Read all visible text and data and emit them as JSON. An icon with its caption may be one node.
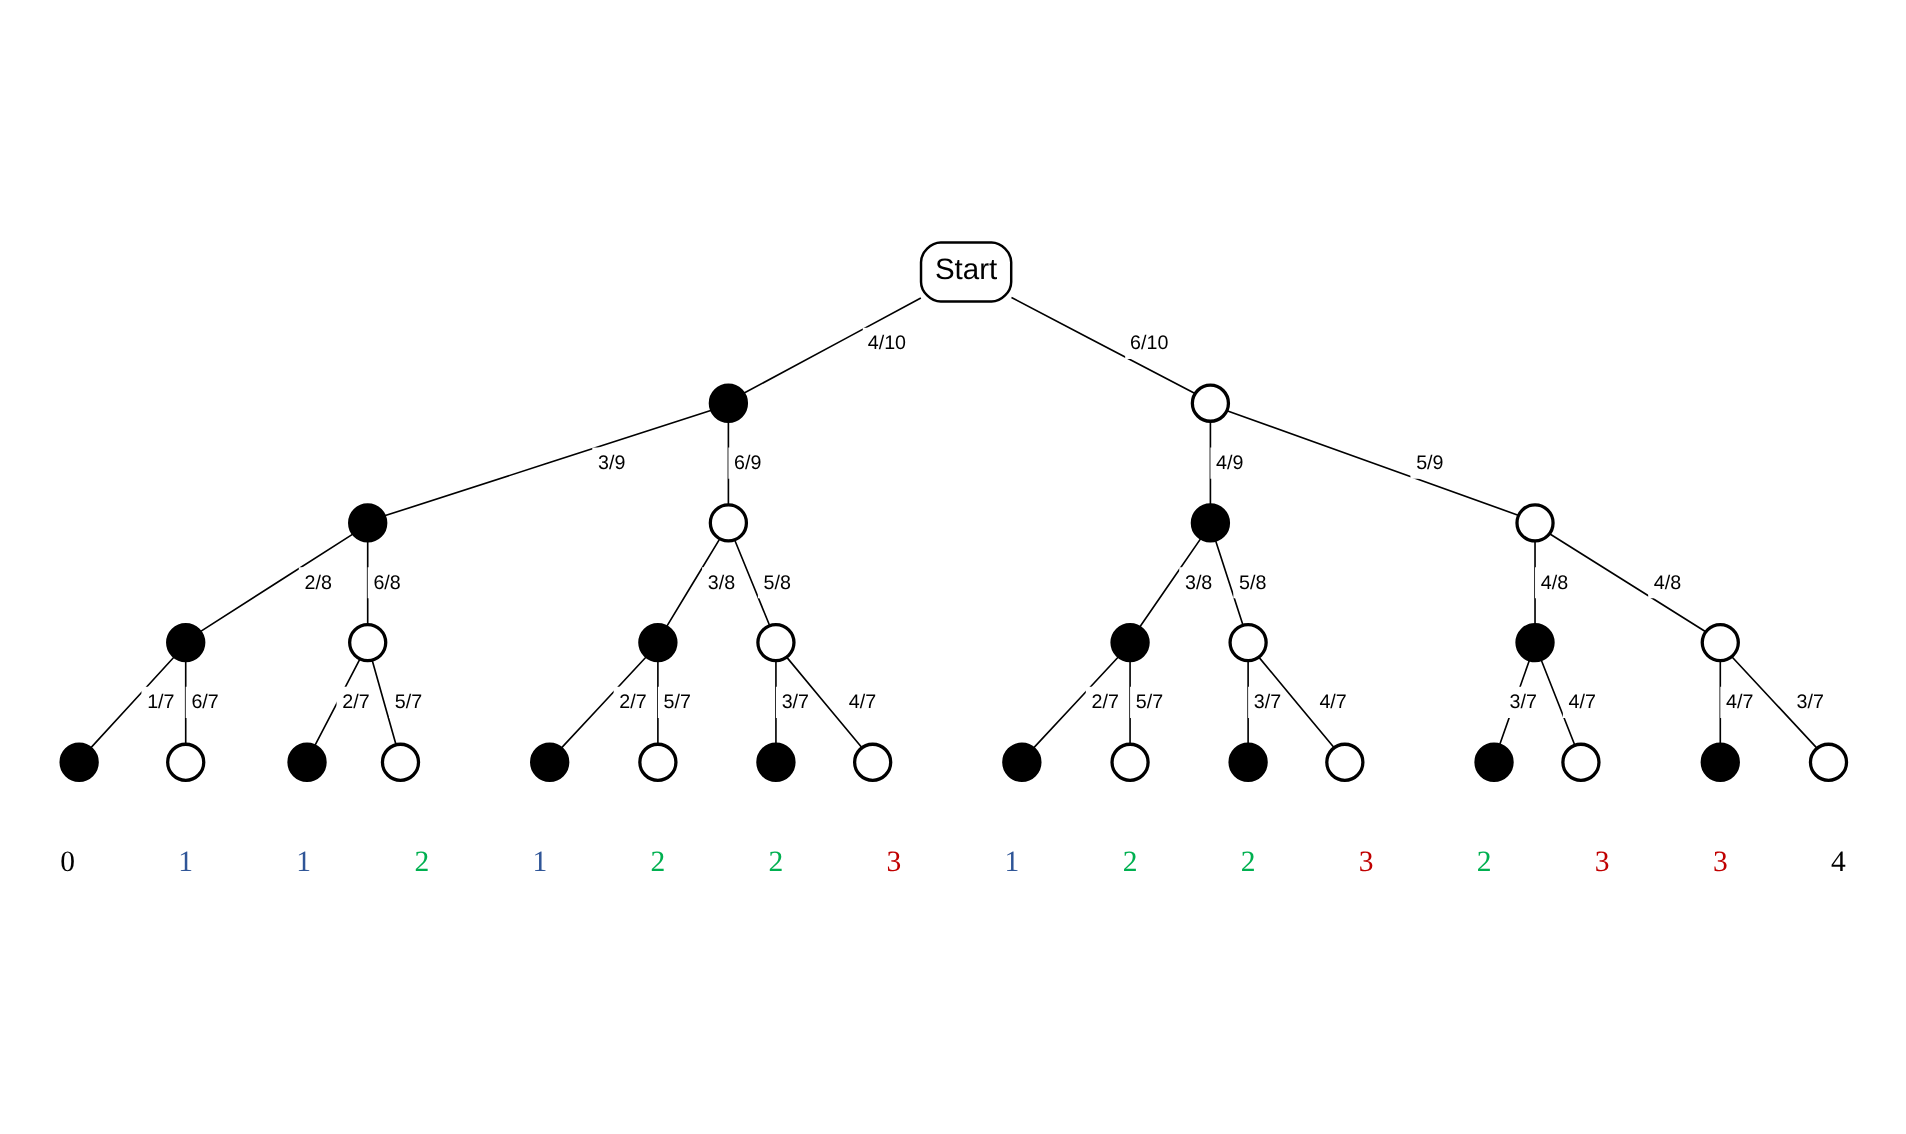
{
  "diagram": {
    "nodes": [
      {
        "text": [
          "Start"
        ]
      },
      {
        "text": [],
        "shape": "circle"
      },
      {
        "text": [],
        "shape": "circle"
      },
      {
        "text": [],
        "shape": "circle"
      },
      {
        "text": [],
        "shape": "circle"
      },
      {
        "text": [],
        "shape": "circle"
      },
      {
        "text": [],
        "shape": "circle"
      },
      {
        "text": [],
        "shape": "circle"
      },
      {
        "text": [],
        "shape": "circle"
      },
      {
        "text": [],
        "shape": "circle"
      },
      {
        "text": [],
        "shape": "circle"
      },
      {
        "text": [],
        "shape": "circle"
      },
      {
        "text": [],
        "shape": "circle"
      },
      {
        "text": [],
        "shape": "circle"
      },
      {
        "text": [],
        "shape": "circle"
      },
      {
        "text": [],
        "shape": "circle",
        "beside": [
          "0"
        ]
      },
      {
        "text": [],
        "shape": "circle",
        "beside": [
          "1"
        ]
      },
      {
        "text": [],
        "shape": "circle",
        "beside": [
          "1"
        ]
      },
      {
        "text": [],
        "shape": "circle",
        "beside": [
          "2"
        ]
      },
      {
        "text": [],
        "shape": "circle",
        "beside": [
          "1"
        ]
      },
      {
        "text": [],
        "shape": "circle",
        "beside": [
          "2"
        ]
      },
      {
        "text": [],
        "shape": "circle",
        "beside": [
          "2"
        ]
      },
      {
        "text": [],
        "shape": "circle",
        "beside": [
          "3"
        ]
      },
      {
        "text": [],
        "shape": "circle",
        "beside": [
          "1"
        ]
      },
      {
        "text": [],
        "shape": "circle",
        "beside": [
          "2"
        ]
      },
      {
        "text": [],
        "shape": "circle",
        "beside": [
          "2"
        ]
      },
      {
        "text": [],
        "shape": "circle",
        "beside": [
          "3"
        ]
      },
      {
        "text": [],
        "shape": "circle",
        "beside": [
          "2"
        ]
      },
      {
        "text": [],
        "shape": "circle",
        "beside": [
          "3"
        ]
      },
      {
        "text": [],
        "shape": "circle",
        "beside": [
          "3"
        ]
      },
      {
        "text": [],
        "shape": "circle",
        "beside": [
          "4"
        ]
      }
    ],
    "edges": [
      {
        "from": 0,
        "to": 1,
        "arrow": "none",
        "label": "4/10"
      },
      {
        "from": 0,
        "to": 2,
        "arrow": "none",
        "label": "6/10"
      },
      {
        "from": 1,
        "to": 3,
        "arrow": "none",
        "label": "3/9"
      },
      {
        "from": 1,
        "to": 4,
        "arrow": "none",
        "label": "6/9"
      },
      {
        "from": 2,
        "to": 5,
        "arrow": "none",
        "label": "4/9"
      },
      {
        "from": 2,
        "to": 6,
        "arrow": "none",
        "label": "5/9"
      },
      {
        "from": 3,
        "to": 7,
        "arrow": "none",
        "label": "2/8"
      },
      {
        "from": 3,
        "to": 8,
        "arrow": "none",
        "label": "6/8"
      },
      {
        "from": 4,
        "to": 9,
        "arrow": "none",
        "label": "3/8"
      },
      {
        "from": 4,
        "to": 10,
        "arrow": "none",
        "label": "5/8"
      },
      {
        "from": 5,
        "to": 11,
        "arrow": "none",
        "label": "3/8"
      },
      {
        "from": 5,
        "to": 12,
        "arrow": "none",
        "label": "5/8"
      },
      {
        "from": 6,
        "to": 13,
        "arrow": "none",
        "label": "4/8"
      },
      {
        "from": 6,
        "to": 14,
        "arrow": "none",
        "label": "4/8"
      },
      {
        "from": 7,
        "to": 15,
        "arrow": "none",
        "label": "1/7"
      },
      {
        "from": 7,
        "to": 16,
        "arrow": "none",
        "label": "6/7"
      },
      {
        "from": 8,
        "to": 17,
        "arrow": "none",
        "label": "2/7"
      },
      {
        "from": 8,
        "to": 18,
        "arrow": "none",
        "label": "5/7"
      },
      {
        "from": 9,
        "to": 19,
        "arrow": "none",
        "label": "2/7"
      },
      {
        "from": 9,
        "to": 20,
        "arrow": "none",
        "label": "5/7"
      },
      {
        "from": 10,
        "to": 21,
        "arrow": "none",
        "label": "3/7"
      },
      {
        "from": 10,
        "to": 22,
        "arrow": "none",
        "label": "4/7"
      },
      {
        "from": 11,
        "to": 23,
        "arrow": "none",
        "label": "2/7"
      },
      {
        "from": 11,
        "to": 24,
        "arrow": "none",
        "label": "5/7"
      },
      {
        "from": 12,
        "to": 25,
        "arrow": "none",
        "label": "3/7"
      },
      {
        "from": 12,
        "to": 26,
        "arrow": "none",
        "label": "4/7"
      },
      {
        "from": 13,
        "to": 27,
        "arrow": "none",
        "label": "3/7"
      },
      {
        "from": 13,
        "to": 28,
        "arrow": "none",
        "label": "4/7"
      },
      {
        "from": 14,
        "to": 29,
        "arrow": "none",
        "label": "4/7"
      },
      {
        "from": 14,
        "to": 30,
        "arrow": "none",
        "label": "3/7"
      }
    ]
  }
}
